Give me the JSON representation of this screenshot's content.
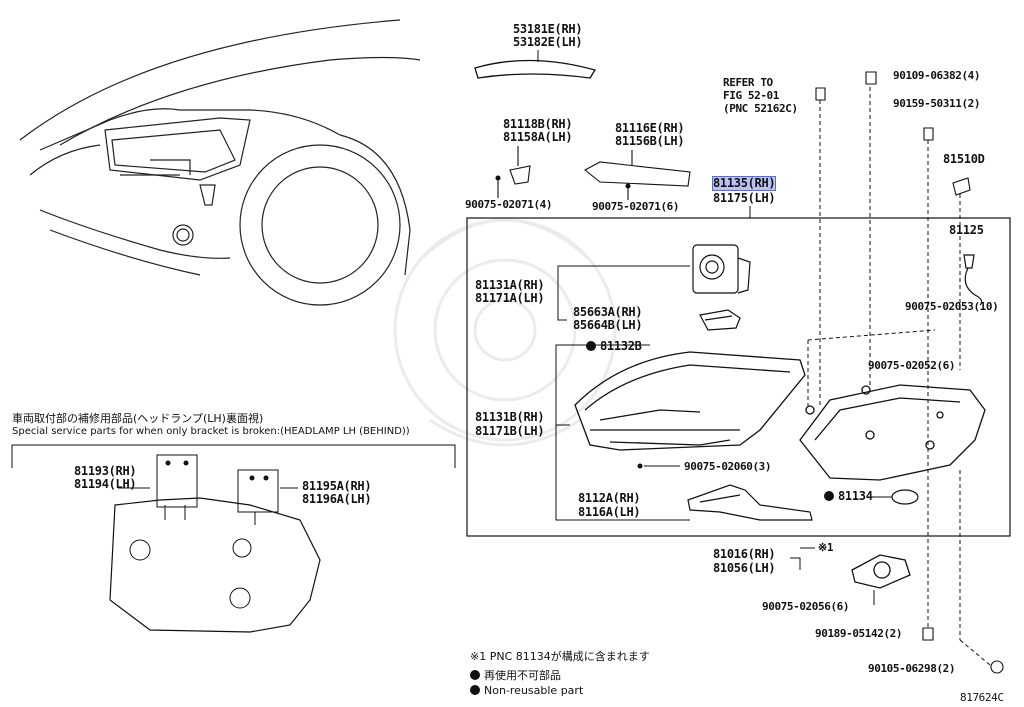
{
  "parts": {
    "p53181e": "53181E(RH)",
    "p53182e": "53182E(LH)",
    "refer1": "REFER TO",
    "refer2": "FIG 52-01",
    "refer3": "(PNC 52162C)",
    "p90109": "90109-06382(4)",
    "p90159": "90159-50311(2)",
    "p81118b": "81118B(RH)",
    "p81158a": "81158A(LH)",
    "p81116e": "81116E(RH)",
    "p81156b": "81156B(LH)",
    "p81135": "81135(RH)",
    "p81175": "81175(LH)",
    "p81510d": "81510D",
    "p90075_02071a": "90075-02071(4)",
    "p90075_02071b": "90075-02071(6)",
    "p81125": "81125",
    "p81131a": "81131A(RH)",
    "p81171a": "81171A(LH)",
    "p85663a": "85663A(RH)",
    "p85664b": "85664B(LH)",
    "p90075_02053": "90075-02053(10)",
    "p81132b": "81132B",
    "p90075_02052": "90075-02052(6)",
    "p81131b": "81131B(RH)",
    "p81171b": "81171B(LH)",
    "p90075_02060": "90075-02060(3)",
    "p8112a": "8112A(RH)",
    "p8116a": "8116A(LH)",
    "p81134": "81134",
    "p81016": "81016(RH)",
    "p81056": "81056(LH)",
    "mark1": "※1",
    "p90075_02056": "90075-02056(6)",
    "p90189": "90189-05142(2)",
    "p90105": "90105-06298(2)",
    "p81193": "81193(RH)",
    "p81194": "81194(LH)",
    "p81195a": "81195A(RH)",
    "p81196a": "81196A(LH)"
  },
  "notes": {
    "special_jp": "車両取付部の補修用部品(ヘッドランプ(LH)裏面視)",
    "special_en": "Special service parts for when only bracket is broken:(HEADLAMP LH (BEHIND))",
    "footnote1": "※1 PNC 81134が構成に含まれます",
    "legend_jp": "再使用不可部品",
    "legend_en": "Non-reusable part",
    "fig_id": "817624C"
  }
}
